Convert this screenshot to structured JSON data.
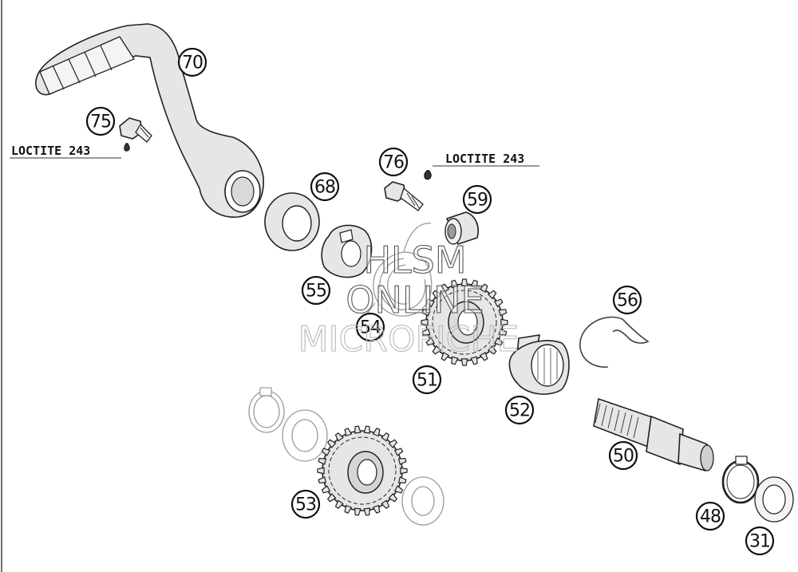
{
  "callouts": {
    "c70": "70",
    "c75": "75",
    "c76": "76",
    "c68": "68",
    "c59": "59",
    "c55": "55",
    "c54": "54",
    "c56": "56",
    "c51": "51",
    "c52": "52",
    "c50": "50",
    "c53": "53",
    "c48": "48",
    "c31": "31"
  },
  "notes": {
    "loctite_left": "LOCTITE 243",
    "loctite_right": "LOCTITE 243"
  },
  "watermark": {
    "line1": "HLSM",
    "line2": "ONLINE",
    "line3": "MICROFICHE"
  }
}
